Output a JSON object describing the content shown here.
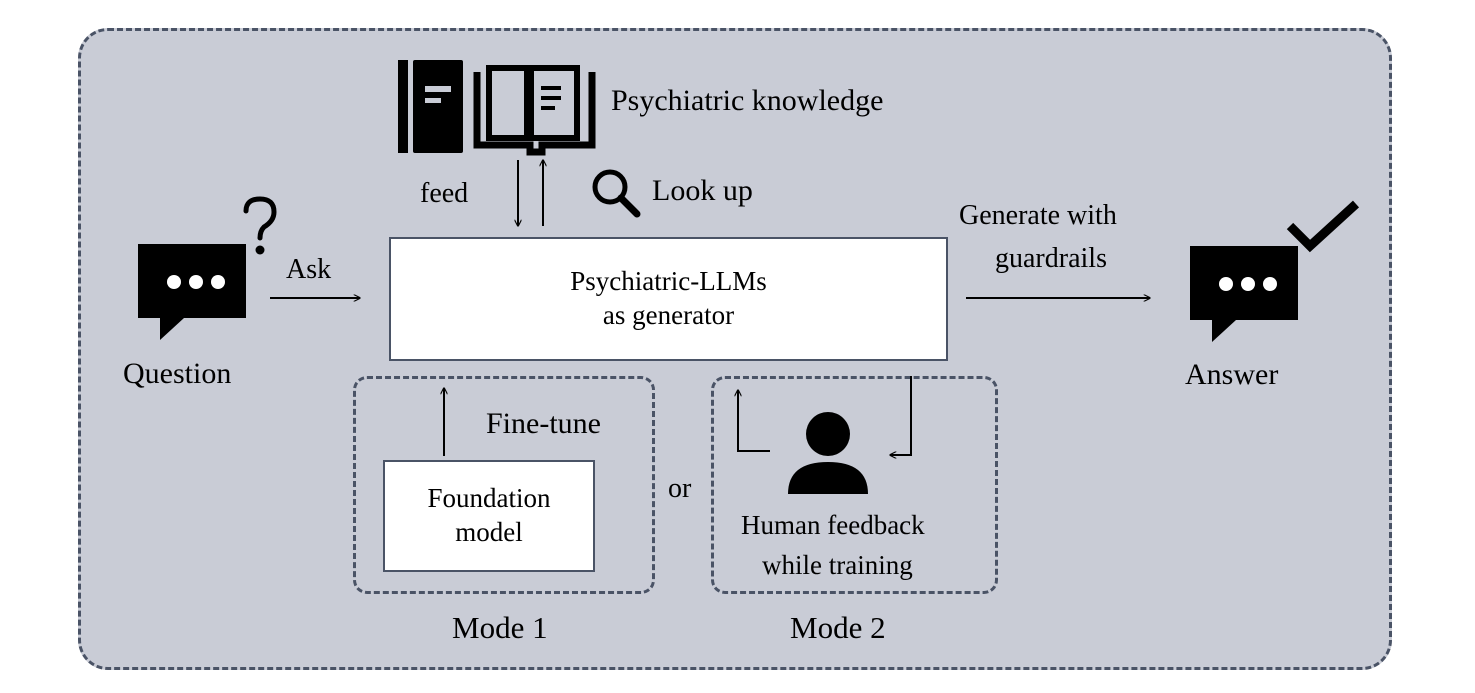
{
  "knowledge": {
    "label": "Psychiatric knowledge"
  },
  "arrows": {
    "feed": "feed",
    "lookup": "Look up",
    "ask": "Ask",
    "generate_line1": "Generate with",
    "generate_line2": "guardrails",
    "finetune": "Fine-tune"
  },
  "question": {
    "label": "Question"
  },
  "answer": {
    "label": "Answer"
  },
  "generator": {
    "line1": "Psychiatric-LLMs",
    "line2": "as generator"
  },
  "mode1": {
    "label": "Mode 1",
    "box_line1": "Foundation",
    "box_line2": "model"
  },
  "or_label": "or",
  "mode2": {
    "label": "Mode 2",
    "caption_line1": "Human feedback",
    "caption_line2": "while training"
  },
  "colors": {
    "panel": "#c9ccd6",
    "border": "#4a5366",
    "icon": "#000000"
  }
}
